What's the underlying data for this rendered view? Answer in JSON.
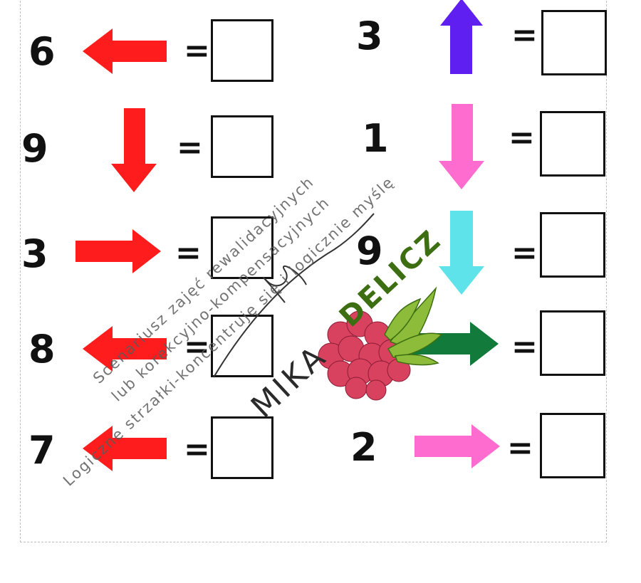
{
  "exercises": [
    {
      "number": "6",
      "direction": "left",
      "color": "#ff1c1c"
    },
    {
      "number": "9",
      "direction": "down",
      "color": "#ff1c1c"
    },
    {
      "number": "3",
      "direction": "right",
      "color": "#ff1c1c"
    },
    {
      "number": "8",
      "direction": "left",
      "color": "#ff1c1c"
    },
    {
      "number": "7",
      "direction": "left",
      "color": "#ff1c1c"
    },
    {
      "number": "3",
      "direction": "up",
      "color": "#5f1ff0"
    },
    {
      "number": "1",
      "direction": "down",
      "color": "#ff6ccf"
    },
    {
      "number": "9",
      "direction": "down",
      "color": "#5fe3ea"
    },
    {
      "number": "",
      "direction": "right",
      "color": "#127a3a"
    },
    {
      "number": "2",
      "direction": "right",
      "color": "#ff6ccf"
    }
  ],
  "equals_sign": "=",
  "watermark": {
    "line1": "Scenariusz zajęć rewalidacyjnych",
    "line2": "lub korekcyjno-kompensacyjnych",
    "line3": "Logiczne strzałki-koncentruję się i logicznie myślę",
    "logo_name": "MIKA",
    "logo_brand": "DELICZ"
  },
  "colors": {
    "red": "#ff1c1c",
    "purple": "#5f1ff0",
    "pink": "#ff6ccf",
    "cyan": "#5fe3ea",
    "green": "#127a3a",
    "logo_green": "#3d6e12",
    "raspberry": "#d9425f"
  }
}
